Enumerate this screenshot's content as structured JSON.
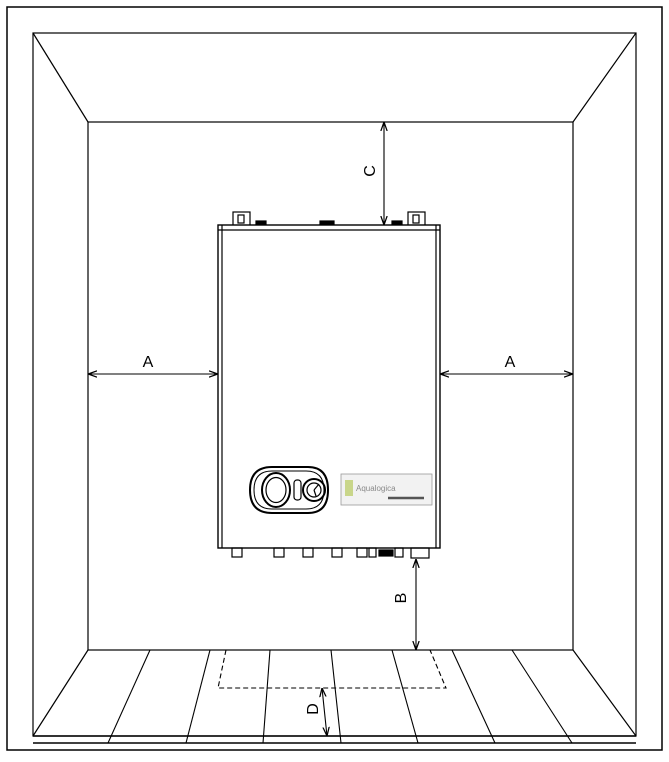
{
  "dimension_labels": {
    "a_left": "A",
    "a_right": "A",
    "b": "B",
    "c": "C",
    "d": "D"
  },
  "logo_text": "Aqualogica"
}
